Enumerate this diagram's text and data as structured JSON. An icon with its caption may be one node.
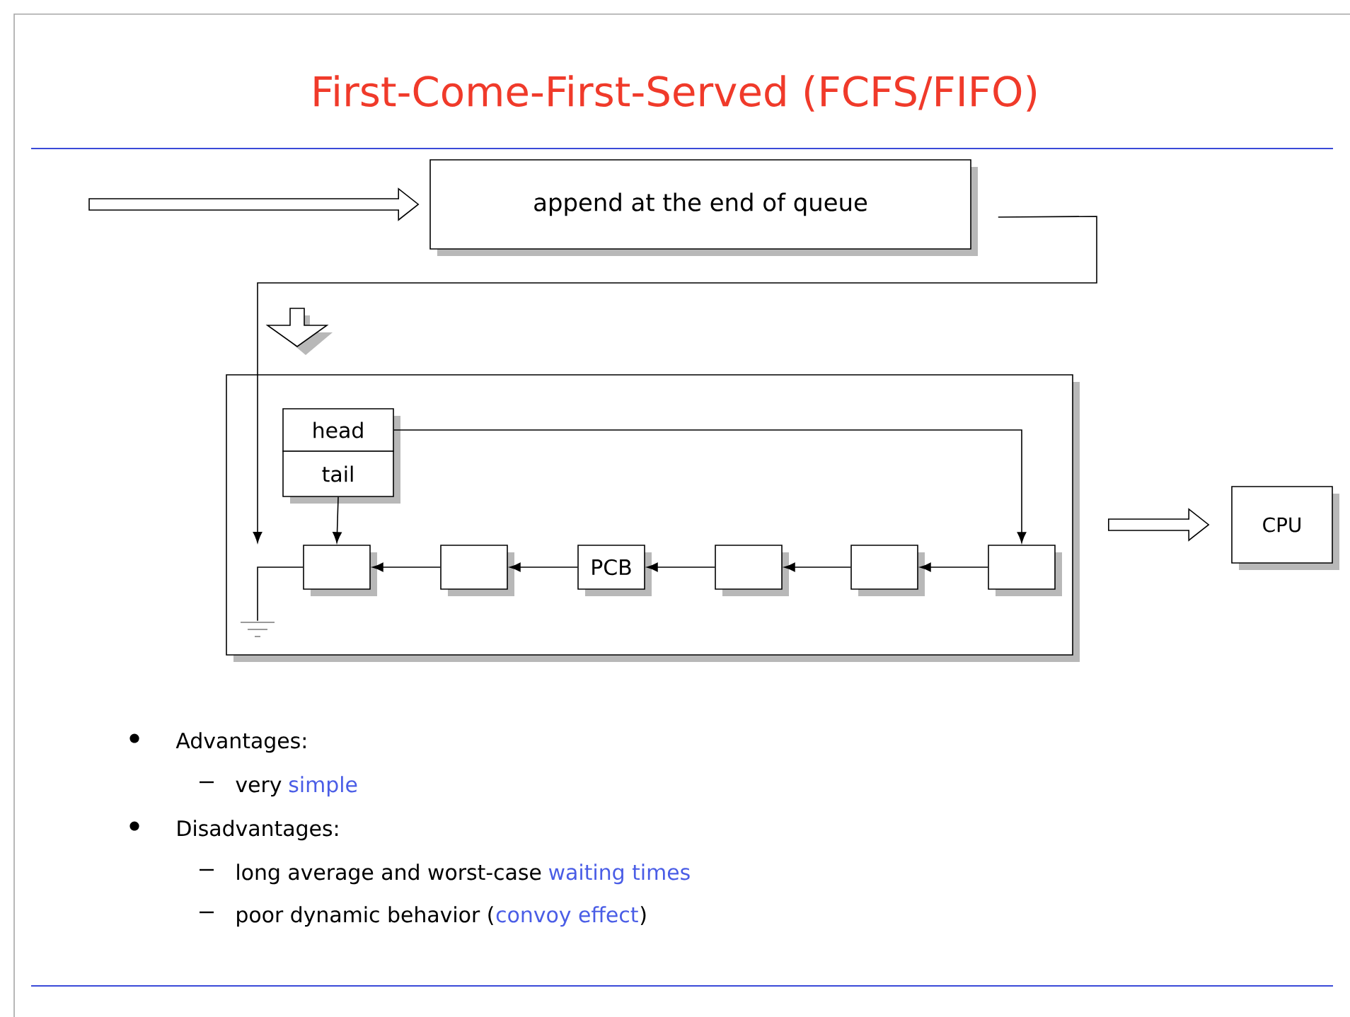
{
  "diagram": {
    "title": "First-Come-First-Served (FCFS/FIFO)",
    "nodes": [
      {
        "text": [
          "append at the end of queue"
        ]
      },
      {
        "text": [],
        "shape": "box"
      },
      {
        "text": [
          "head"
        ],
        "in": 1
      },
      {
        "text": [
          "tail"
        ],
        "in": 1
      },
      {
        "text": [],
        "shape": "box",
        "in": 1
      },
      {
        "text": [],
        "shape": "box",
        "in": 1
      },
      {
        "text": [
          "PCB"
        ],
        "in": 1
      },
      {
        "text": [],
        "shape": "box",
        "in": 1
      },
      {
        "text": [],
        "shape": "box",
        "in": 1
      },
      {
        "text": [],
        "shape": "box",
        "in": 1
      },
      {
        "text": [
          "CPU"
        ]
      },
      {
        "text": [],
        "shape": "ground",
        "in": 1
      }
    ],
    "edges": [
      {
        "from": null,
        "to": 0,
        "arrow": "to"
      },
      {
        "from": 0,
        "to": null,
        "arrow": "to"
      },
      {
        "from": 2,
        "to": 9,
        "arrow": "to"
      },
      {
        "from": 3,
        "to": 4,
        "arrow": "to"
      },
      {
        "from": 9,
        "to": 8,
        "arrow": "to"
      },
      {
        "from": 8,
        "to": 7,
        "arrow": "to"
      },
      {
        "from": 7,
        "to": 6,
        "arrow": "to"
      },
      {
        "from": 6,
        "to": 5,
        "arrow": "to"
      },
      {
        "from": 5,
        "to": 4,
        "arrow": "to"
      },
      {
        "from": 4,
        "to": 11,
        "arrow": "none"
      },
      {
        "from": 1,
        "to": 10,
        "arrow": "to"
      }
    ],
    "labels": [
      "Advantages:",
      "very",
      "simple",
      "Disadvantages:",
      "long average and worst-case",
      "waiting times",
      "poor dynamic behavior (",
      "convoy effect",
      ")"
    ]
  }
}
